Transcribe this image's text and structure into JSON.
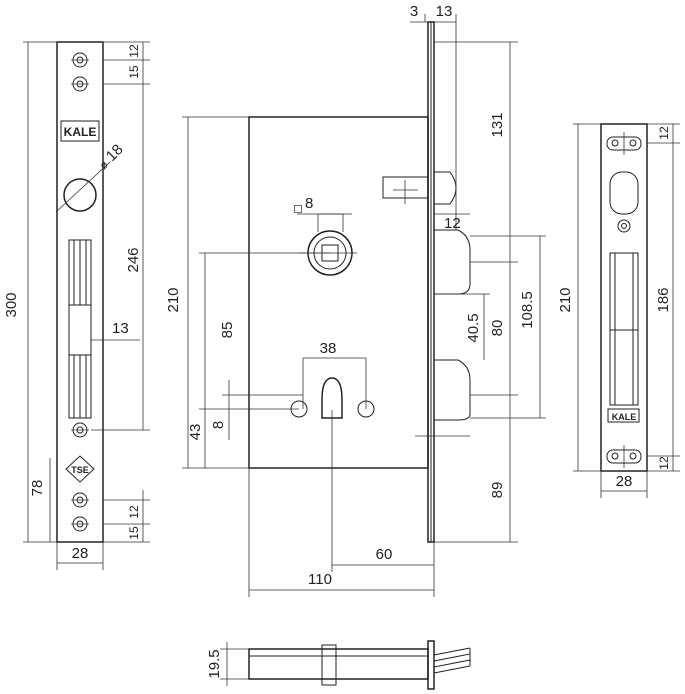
{
  "dims": {
    "latch_thickness": "3",
    "faceplate_offset": "13",
    "front_12_top": "12",
    "front_15_top": "15",
    "front_total": "300",
    "front_keeper_len": "246",
    "front_bar_width": "13",
    "front_bottom": "78",
    "front_12_bot": "12",
    "front_15_bot": "15",
    "front_width": "28",
    "square_follower": "8",
    "square_prefix": "◻",
    "knob_hole": "18",
    "knob_hole_prefix": "ø",
    "case_height": "210",
    "backset_85": "85",
    "cyl_dist": "38",
    "bottom_43": "43",
    "bottom_8": "8",
    "body_110": "110",
    "body_60": "60",
    "top_131": "131",
    "bolt_40_5": "40.5",
    "bolt_80": "80",
    "bolt_108_5": "108.5",
    "bolt_12": "12",
    "bottom_89": "89",
    "strike_height": "210",
    "strike_186": "186",
    "strike_12_top": "12",
    "strike_12_bot": "12",
    "strike_width": "28",
    "side_thickness": "19.5"
  },
  "logos": {
    "brand": "KALE",
    "tse": "TSE"
  }
}
